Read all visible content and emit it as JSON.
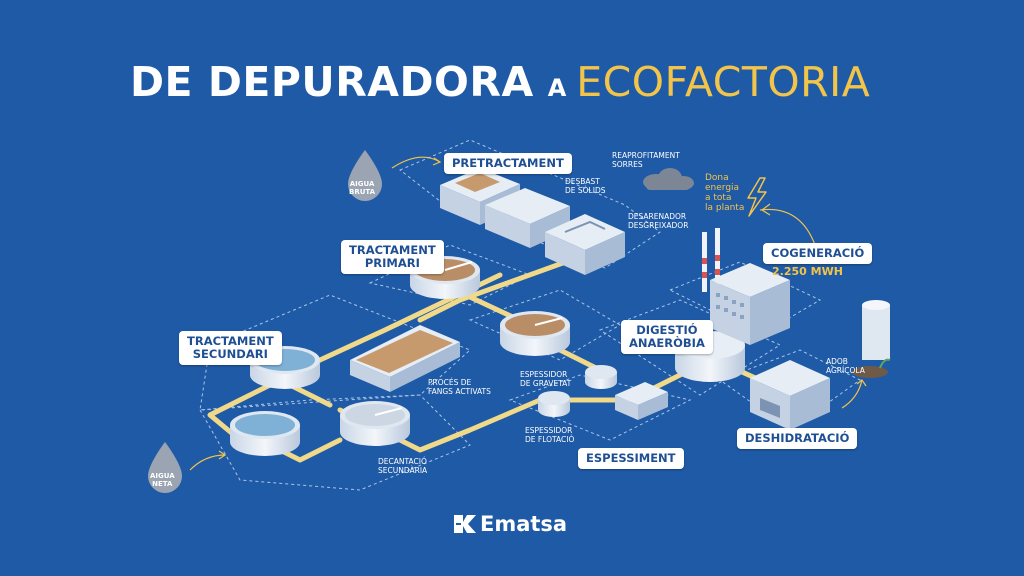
{
  "title": {
    "part1": "DE DEPURADORA",
    "connector": "A",
    "part2": "ECOFACTORIA"
  },
  "stages": {
    "pretractament": "PRETRACTAMENT",
    "tractament_primari": "TRACTAMENT\nPRIMARI",
    "tractament_secundari": "TRACTAMENT\nSECUNDARI",
    "digestio": "DIGESTIÓ\nANAERÒBIA",
    "cogeneracio": "COGENERACIÓ",
    "deshidratacio": "DESHIDRATACIÓ",
    "espessiment": "ESPESSIMENT"
  },
  "cogeneracio_value": "2.250 MWH",
  "energy_note": "Dona\nenergia\na tota\nla planta",
  "labels": {
    "aigua_bruta": "AIGUA\nBRUTA",
    "aigua_neta": "AIGUA\nNETA",
    "desbast": "DESBAST\nDE SÒLIDS",
    "dessarenador": "DESARENADOR\nDESGREIXADOR",
    "reaprofitament": "REAPROFITAMENT\nSORRES",
    "proces_fangs": "PROCÉS DE\nFANGS ACTIVATS",
    "espessidor_gravetat": "ESPESSIDOR\nDE GRAVETAT",
    "espessidor_flotacio": "ESPESSIDOR\nDE FLOTACIÓ",
    "decantacio": "DECANTACIÓ\nSECUNDÀRIA",
    "adob": "ADOB\nAGRÍCOLA"
  },
  "logo": "Ematsa",
  "colors": {
    "background": "#1f5aa6",
    "accent": "#f3c44a",
    "pipe": "#f1d98a"
  },
  "icons": [
    "water-drop-icon",
    "lightning-icon",
    "cloud-icon",
    "logo-mark-icon"
  ]
}
